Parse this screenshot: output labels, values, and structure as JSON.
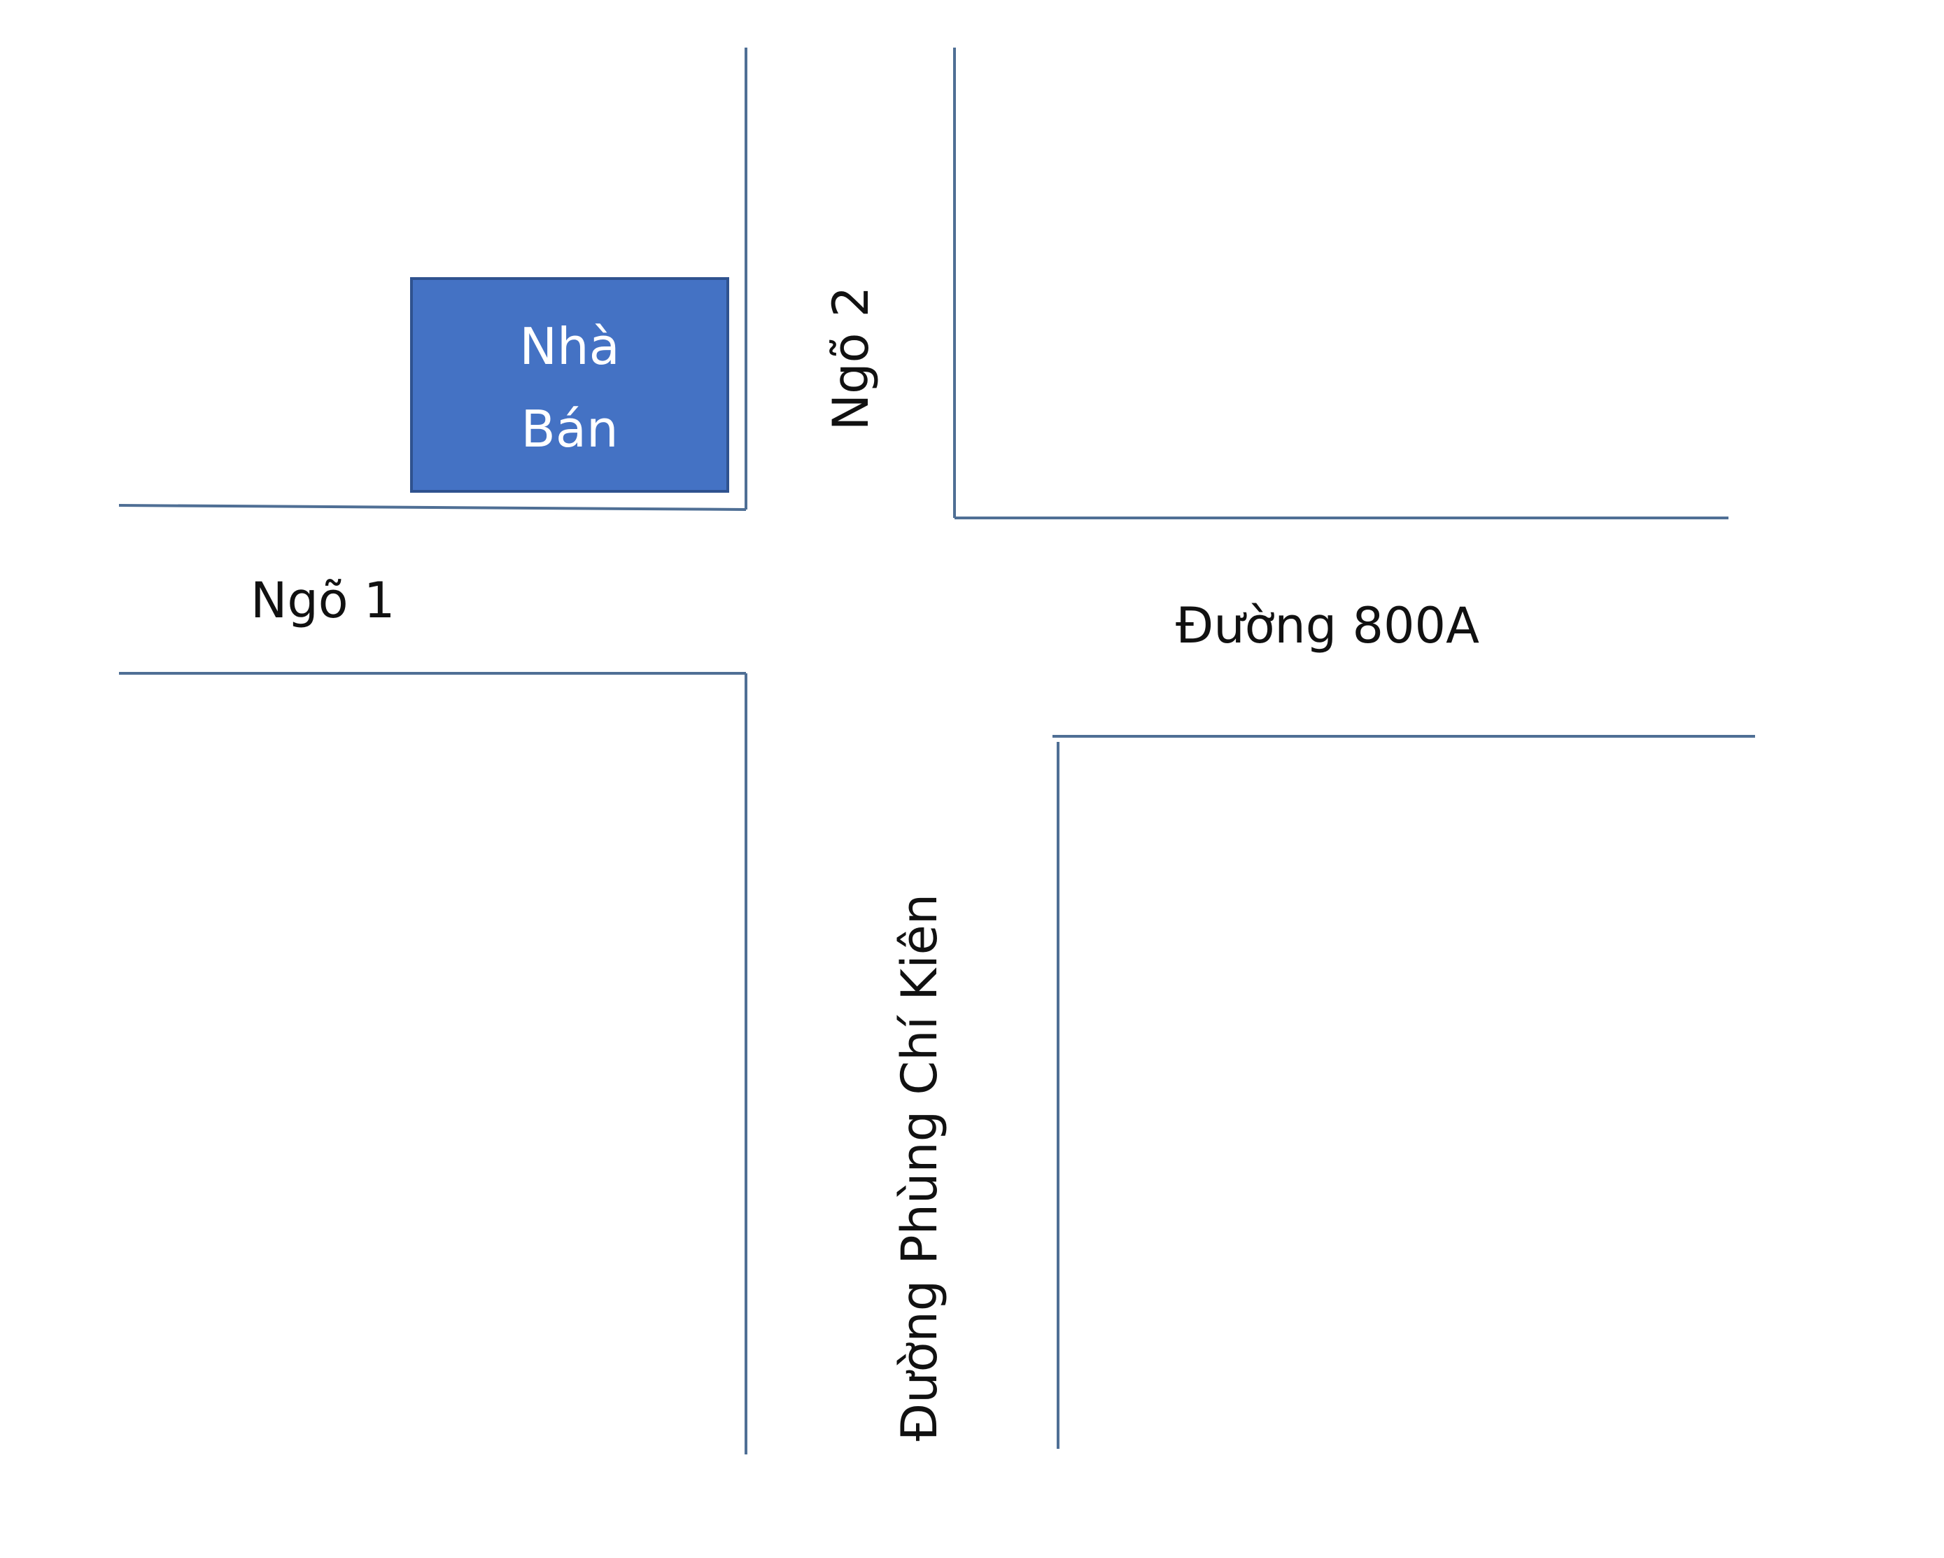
{
  "colors": {
    "background": "#ffffff",
    "road_edge": "#4f6f95",
    "house_fill": "#4472c4",
    "house_border": "#2f528f",
    "label_text": "#111111",
    "house_text": "#ffffff"
  },
  "house": {
    "line1": "Nhà",
    "line2": "Bán"
  },
  "roads": {
    "ngo1": "Ngõ 1",
    "ngo2": "Ngõ 2",
    "duong800a": "Đường 800A",
    "phung_chi_kien": "Đường Phùng Chí Kiên"
  }
}
